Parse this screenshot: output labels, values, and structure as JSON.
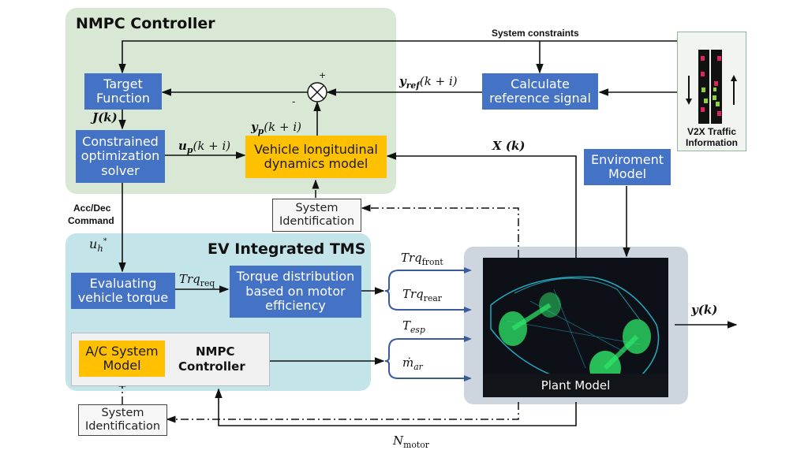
{
  "nmpc_controller": {
    "title": "NMPC Controller",
    "target_function": "Target Function",
    "optimizer": "Constrained optimization solver",
    "vehicle_model": "Vehicle longitudinal dynamics model",
    "sum_plus": "+",
    "sum_minus": "-"
  },
  "signals": {
    "J": "J(k)",
    "u_p": "u",
    "u_p_sub": "p",
    "u_p_arg": "(k + i)",
    "y_p": "y",
    "y_p_sub": "p",
    "y_p_arg": "(k + i)",
    "y_ref": "y",
    "y_ref_sub": "ref",
    "y_ref_arg": "(k + i)",
    "X": "X (k)",
    "u_h": "u",
    "u_h_sub": "h",
    "u_h_sup": "*",
    "trq_req": "Trq",
    "trq_req_sub": "req",
    "trq_front": "Trq",
    "trq_front_sub": "front",
    "trq_rear": "Trq",
    "trq_rear_sub": "rear",
    "t_esp": "T",
    "t_esp_sub": "esp",
    "m_ar": "ṁ",
    "m_ar_sub": "ar",
    "y_out": "y(k)",
    "n_motor": "N",
    "n_motor_sub": "motor"
  },
  "labels": {
    "system_constraints": "System constraints",
    "acc_dec_1": "Acc/Dec",
    "acc_dec_2": "Command"
  },
  "reference": {
    "calc": "Calculate reference signal"
  },
  "v2x": {
    "line1": "V2X Traffic",
    "line2": "Information"
  },
  "environment": {
    "label": "Enviroment Model"
  },
  "sysid": {
    "top": "System Identification",
    "bottom": "System Identification"
  },
  "tms": {
    "title": "EV Integrated TMS",
    "evaluating": "Evaluating vehicle torque",
    "torque_dist": "Torque distribution based on motor efficiency",
    "ac_model": "A/C System Model",
    "nmpc_line1": "NMPC",
    "nmpc_line2": "Controller"
  },
  "plant": {
    "caption": "Plant Model"
  },
  "colors": {
    "block_blue": "#4472c4",
    "block_orange": "#ffc000",
    "nmpc_bg": "#d9e8d4",
    "tms_bg": "#c3e5e9",
    "plant_bg": "#cdd6df",
    "signal_blue": "#3a5a9a"
  }
}
